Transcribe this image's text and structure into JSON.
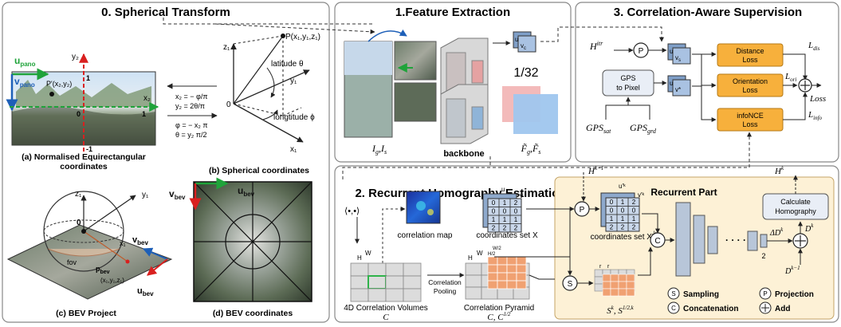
{
  "panels": {
    "spherical": {
      "title": "0. Spherical Transform",
      "pano_u": "u",
      "pano_u_sub": "pano",
      "pano_v": "v",
      "pano_v_sub": "pano",
      "y2": "y₂",
      "x2": "x₂",
      "one_top": "1",
      "zero": "0",
      "one_right": "1",
      "neg_one": "-1",
      "pprime": "P'(x₂,y₂)",
      "cap_a": "(a) Normalised Equirectangular",
      "cap_a2": "coordinates",
      "z1": "z₁",
      "p_point": "P(x₁,y₁,z₁)",
      "latitude": "latitude θ",
      "y1": "y₁",
      "longitude": "longtitude ϕ",
      "x1": "x₁",
      "origin": "0",
      "eq1": "x₂ = − φ/π",
      "eq2": "y₂ = 2θ/π",
      "eq3": "φ = − x₂ π",
      "eq4": "θ = y₂ π/2",
      "cap_b": "(b) Spherical coordinates",
      "bev_z1": "z₁",
      "bev_y1": "y₁",
      "bev_zero": "0",
      "fov": "fov",
      "x1b": "x₁",
      "v_bev": "v",
      "v_bev_sub": "bev",
      "p_bev": "p",
      "p_bev_sub": "bev",
      "p_bev_coords": "(x₁,y₁,z₁)",
      "u_bev": "u",
      "u_bev_sub": "bev",
      "cap_c": "(c) BEV Project",
      "d_u": "u",
      "d_u_sub": "bev",
      "d_v": "v",
      "d_v_sub": "bev",
      "cap_d": "(d) BEV coordinates"
    },
    "feature": {
      "title": "1.Feature Extraction",
      "backbone": "backbone",
      "ratio": "1/32",
      "ig_is": "I",
      "ig_sub": "g",
      "is_sub": "s",
      "f_label": "F̃",
      "fg_sub": "g",
      "fs_sub": "s",
      "uvc_u": "u",
      "uvc_v": "v",
      "uvc_sub": "c"
    },
    "supervision": {
      "title": "3. Correlation-Aware Supervision",
      "h_itr": "H",
      "h_itr_sup": "itr",
      "p": "P",
      "uv_s_u": "u",
      "uv_s_v": "v",
      "uv_s_sub": "s",
      "distance": "Distance",
      "loss1": "Loss",
      "orientation": "Orientation",
      "loss2": "Loss",
      "infonce": "infoNCE",
      "loss3": "Loss",
      "gps_to": "GPS",
      "to_pixel": "to Pixel",
      "uv_star_u": "u",
      "uv_star_v": "v*",
      "gps_sat": "GPS",
      "gps_sat_sub": "sat",
      "gps_grd": "GPS",
      "gps_grd_sub": "grd",
      "l_dis": "L",
      "l_dis_sub": "dis",
      "l_ori": "L",
      "l_ori_sub": "ori",
      "l_info": "L",
      "l_info_sub": "info",
      "loss_out": "Loss"
    },
    "recurrent": {
      "title": "2. Recurrent Homography Estimation",
      "h_k1": "H",
      "h_k1_sup": "k−1",
      "h_k": "H",
      "h_k_sup": "k",
      "dot_pair": "⟨•,•⟩",
      "corr_map": "correlation map",
      "coords_x": "coordinates set X",
      "grid_u": "u",
      "grid_v": "v",
      "grid_vals": [
        "0",
        "1",
        "2",
        "0",
        "0",
        "0",
        "1",
        "1",
        "1",
        "2",
        "2",
        "2"
      ],
      "part_title": "Recurrent Part",
      "uk": "u'ᵏ",
      "vk": "v'ᵏ",
      "coords_xk": "coordinates set X'",
      "coords_xk_sup": "k",
      "calc1": "Calculate",
      "calc2": "Homography",
      "dk": "D",
      "dk_sup": "k",
      "delta_dk": "ΔD",
      "delta_dk_sup": "k",
      "dk1": "D",
      "dk1_sup": "k−1",
      "two": "2",
      "c_circle": "C",
      "s_circle": "S",
      "p_circle": "P",
      "h_lbl": "H",
      "w_lbl": "W",
      "h2": "H/2",
      "w2": "W/2",
      "r": "r",
      "corr_pool1": "Correlation",
      "corr_pool2": "Pooling",
      "vol4d": "4D Correlation Volumes",
      "c_var": "C",
      "pyramid": "Correlation Pyramid",
      "c_pair": "C, C",
      "c_half": "1/2",
      "sk": "S",
      "sk_sup": "k",
      "s12k": ", S",
      "s12k_sup": "1/2,k",
      "leg_s": "Sampling",
      "leg_c": "Concatenation",
      "leg_p": "Projection",
      "leg_add": "Add"
    }
  },
  "colors": {
    "panel_bg": "#ffffff",
    "panel_border": "#888888",
    "recurrent_bg": "#fdf1d6",
    "loss_box": "#f7b03c",
    "grid_orange": "#f0a172",
    "blue_block": "#9fc6ee",
    "pink_block": "#f2b2b2"
  }
}
